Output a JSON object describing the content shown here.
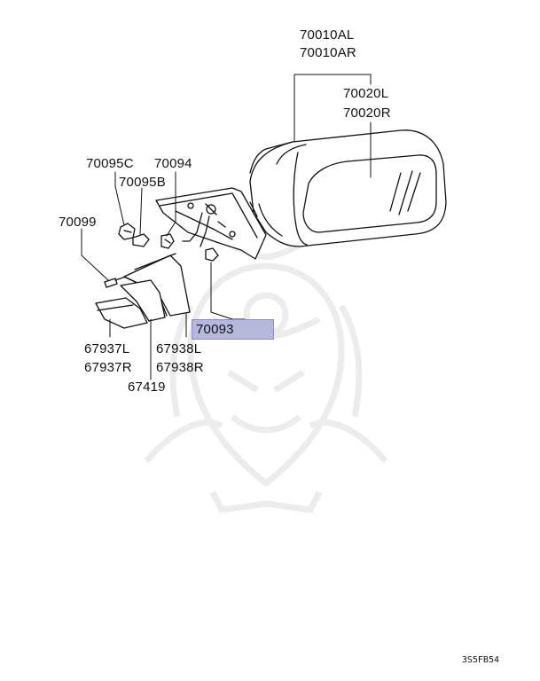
{
  "diagram": {
    "labels": {
      "p70010al": "70010AL",
      "p70010ar": "70010AR",
      "p70020l": "70020L",
      "p70020r": "70020R",
      "p70095c": "70095C",
      "p70094": "70094",
      "p70095b": "70095B",
      "p70099": "70099",
      "p70093": "70093",
      "p67937l": "67937L",
      "p67937r": "67937R",
      "p67938l": "67938L",
      "p67938r": "67938R",
      "p67419": "67419"
    },
    "highlighted_part": "70093",
    "footer_code": "3S5FB54"
  },
  "colors": {
    "line": "#111111",
    "highlight_fill": "#b7b7dc",
    "watermark": "#ececec"
  }
}
